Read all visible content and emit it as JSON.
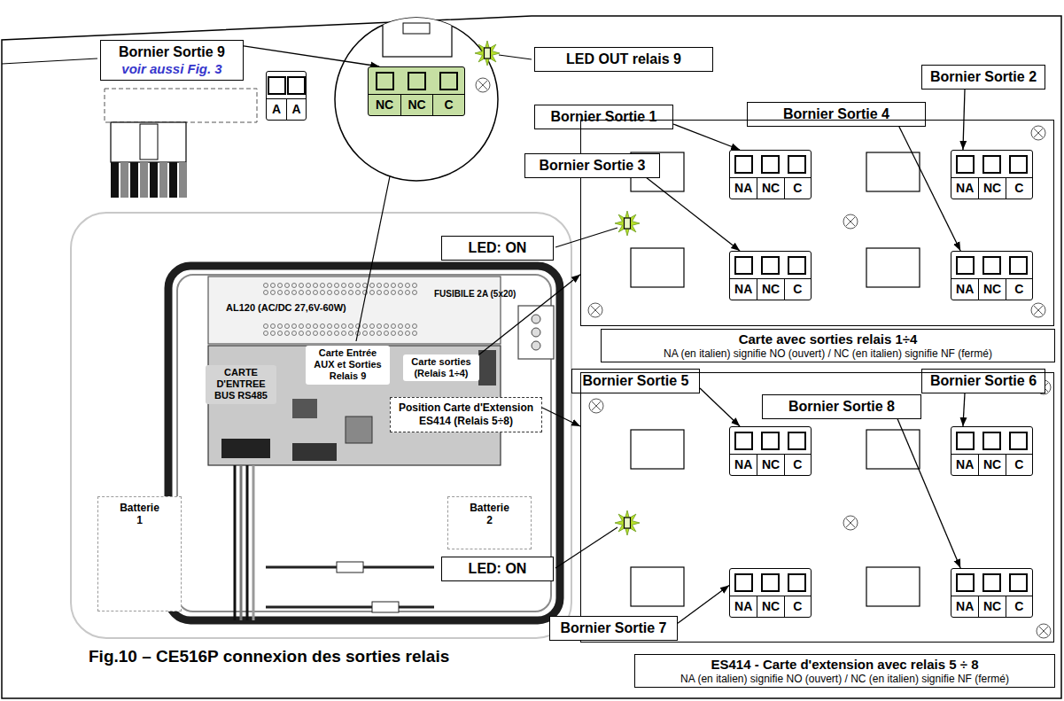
{
  "diagram": {
    "caption": "Fig.10 – CE516P connexion des sorties relais",
    "nodes": [
      {
        "text": [
          "Bornier Sortie 9",
          "voir aussi Fig. 3"
        ]
      },
      {
        "text": [
          "A",
          "A"
        ]
      },
      {
        "text": [
          "NC",
          "NC",
          "C"
        ]
      },
      {
        "text": [
          "LED OUT relais 9"
        ]
      },
      {
        "text": [
          "Bornier Sortie 2"
        ]
      },
      {
        "text": [
          "Bornier Sortie 4"
        ]
      },
      {
        "text": [
          "Bornier Sortie 1"
        ]
      },
      {
        "text": [
          "Carte avec sorties relais 1÷4",
          "NA (en italien) signifie NO (ouvert) / NC (en italien) signifie NF (fermé)"
        ]
      },
      {
        "text": [
          "NA",
          "NC",
          "C"
        ],
        "in": 7
      },
      {
        "text": [
          "NA",
          "NC",
          "C"
        ],
        "in": 7
      },
      {
        "text": [
          "NA",
          "NC",
          "C"
        ],
        "in": 7
      },
      {
        "text": [
          "NA",
          "NC",
          "C"
        ],
        "in": 7
      },
      {
        "text": [
          "Bornier Sortie 3"
        ]
      },
      {
        "text": [
          "LED: ON"
        ]
      },
      {
        "text": [
          "Carte Entrée AUX et Sorties Relais 9"
        ]
      },
      {
        "text": [
          "Carte sorties (Relais 1÷4)"
        ]
      },
      {
        "text": [
          "CARTE D'ENTREE BUS RS485"
        ]
      },
      {
        "text": [
          "Position Carte d'Extension ES414 (Relais 5÷8)"
        ]
      },
      {
        "text": [
          "Bornier Sortie 5"
        ]
      },
      {
        "text": [
          "Bornier Sortie 6"
        ]
      },
      {
        "text": [
          "Bornier Sortie 8"
        ]
      },
      {
        "text": [
          "ES414 - Carte d'extension avec relais 5 ÷ 8",
          "NA (en italien) signifie NO (ouvert) / NC (en italien) signifie NF (fermé)"
        ]
      },
      {
        "text": [
          "NA",
          "NC",
          "C"
        ],
        "in": 21
      },
      {
        "text": [
          "NA",
          "NC",
          "C"
        ],
        "in": 21
      },
      {
        "text": [
          "NA",
          "NC",
          "C"
        ],
        "in": 21
      },
      {
        "text": [
          "NA",
          "NC",
          "C"
        ],
        "in": 21
      },
      {
        "text": [
          "Batterie 2"
        ]
      },
      {
        "text": [
          "Batterie 1"
        ]
      },
      {
        "text": [
          "LED: ON"
        ]
      },
      {
        "text": [
          "Bornier Sortie 7"
        ]
      }
    ],
    "edges": [
      {
        "from": 0,
        "to": 2,
        "arrow": "to"
      },
      {
        "from": 6,
        "to": 8,
        "arrow": "to"
      },
      {
        "from": 4,
        "to": 9,
        "arrow": "to"
      },
      {
        "from": 12,
        "to": 10,
        "arrow": "to"
      },
      {
        "from": 5,
        "to": 11,
        "arrow": "to"
      },
      {
        "from": 15,
        "to": 7,
        "arrow": "to"
      },
      {
        "from": 17,
        "to": 21,
        "arrow": "to"
      },
      {
        "from": 18,
        "to": 22,
        "arrow": "to"
      },
      {
        "from": 19,
        "to": 23,
        "arrow": "to"
      },
      {
        "from": 20,
        "to": 25,
        "arrow": "to"
      },
      {
        "from": 29,
        "to": 24,
        "arrow": "to"
      }
    ],
    "labels": [
      "AL120 (AC/DC 27,6V-60W)",
      "FUSIBILE 2A (5x20)"
    ]
  }
}
